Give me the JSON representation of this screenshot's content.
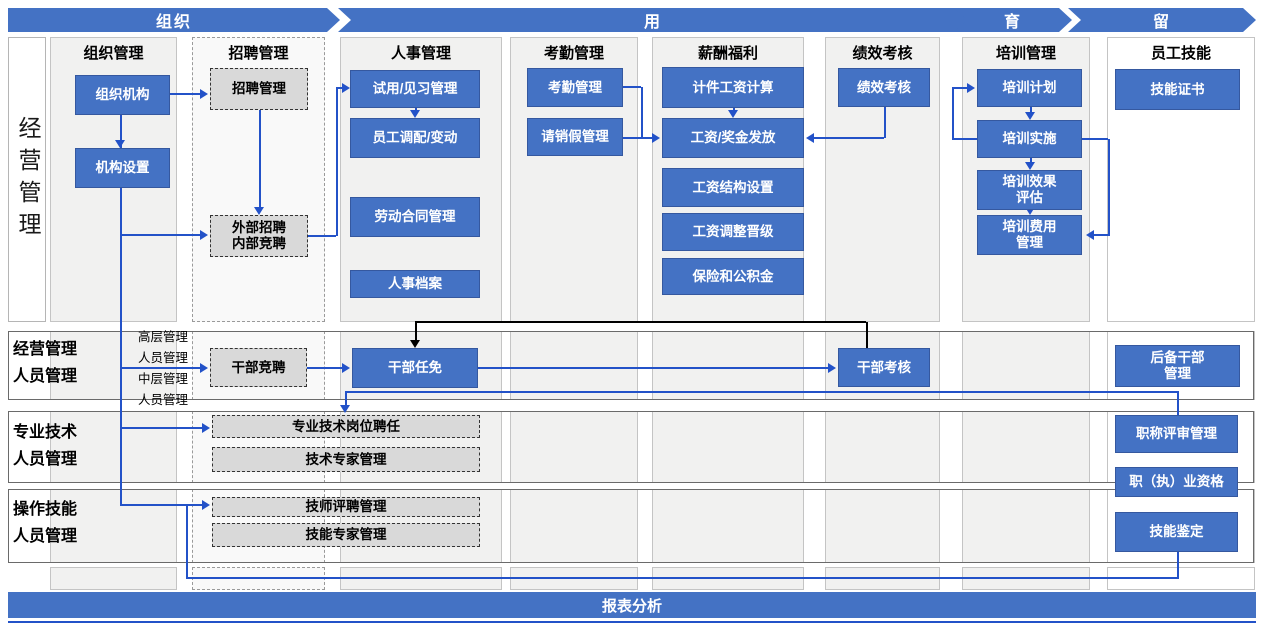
{
  "title_banners": {
    "organize": "组织",
    "use": "用",
    "develop": "育",
    "retain": "留"
  },
  "column_headers": [
    "组织管理",
    "招聘管理",
    "人事管理",
    "考勤管理",
    "薪酬福利",
    "绩效考核",
    "培训管理",
    "员工技能"
  ],
  "left_axis_label": "经营管理",
  "row_labels": {
    "management": "经营管理\n人员管理",
    "technical": "专业技术\n人员管理",
    "skilled": "操作技能\n人员管理"
  },
  "management_levels_note": "高层管理\n人员管理\n中层管理\n人员管理",
  "nodes": {
    "org_structure": "组织机构",
    "org_setup": "机构设置",
    "recruit_mgmt": "招聘管理",
    "ext_recruit": "外部招聘\n内部竞聘",
    "probation": "试用/见习管理",
    "transfer": "员工调配/变动",
    "labor_contract": "劳动合同管理",
    "personnel_files": "人事档案",
    "attendance": "考勤管理",
    "leave": "请销假管理",
    "piece_wage": "计件工资计算",
    "wage_pay": "工资/奖金发放",
    "wage_structure": "工资结构设置",
    "wage_adjust": "工资调整晋级",
    "insurance": "保险和公积金",
    "perf_appraisal": "绩效考核",
    "train_plan": "培训计划",
    "train_impl": "培训实施",
    "train_eval": "培训效果\n评估",
    "train_cost": "培训费用\n管理",
    "skill_cert": "技能证书",
    "cadre_compete": "干部竞聘",
    "cadre_appoint": "干部任免",
    "cadre_appraise": "干部考核",
    "reserve_cadre": "后备干部\n管理",
    "tech_post": "专业技术岗位聘任",
    "tech_expert": "技术专家管理",
    "technician": "技师评聘管理",
    "skill_expert": "技能专家管理",
    "title_review": "职称评审管理",
    "prof_qual": "职（执）业资格",
    "skill_identify": "技能鉴定"
  },
  "footer_banner": "报表分析",
  "colors": {
    "banner_blue": "#4472C4",
    "node_blue": "#4472C4",
    "connector_blue": "#2352C8",
    "connector_black": "#000000",
    "dashed_node_gray": "#D9D9D9",
    "column_band_gray": "#F1F1F0"
  }
}
